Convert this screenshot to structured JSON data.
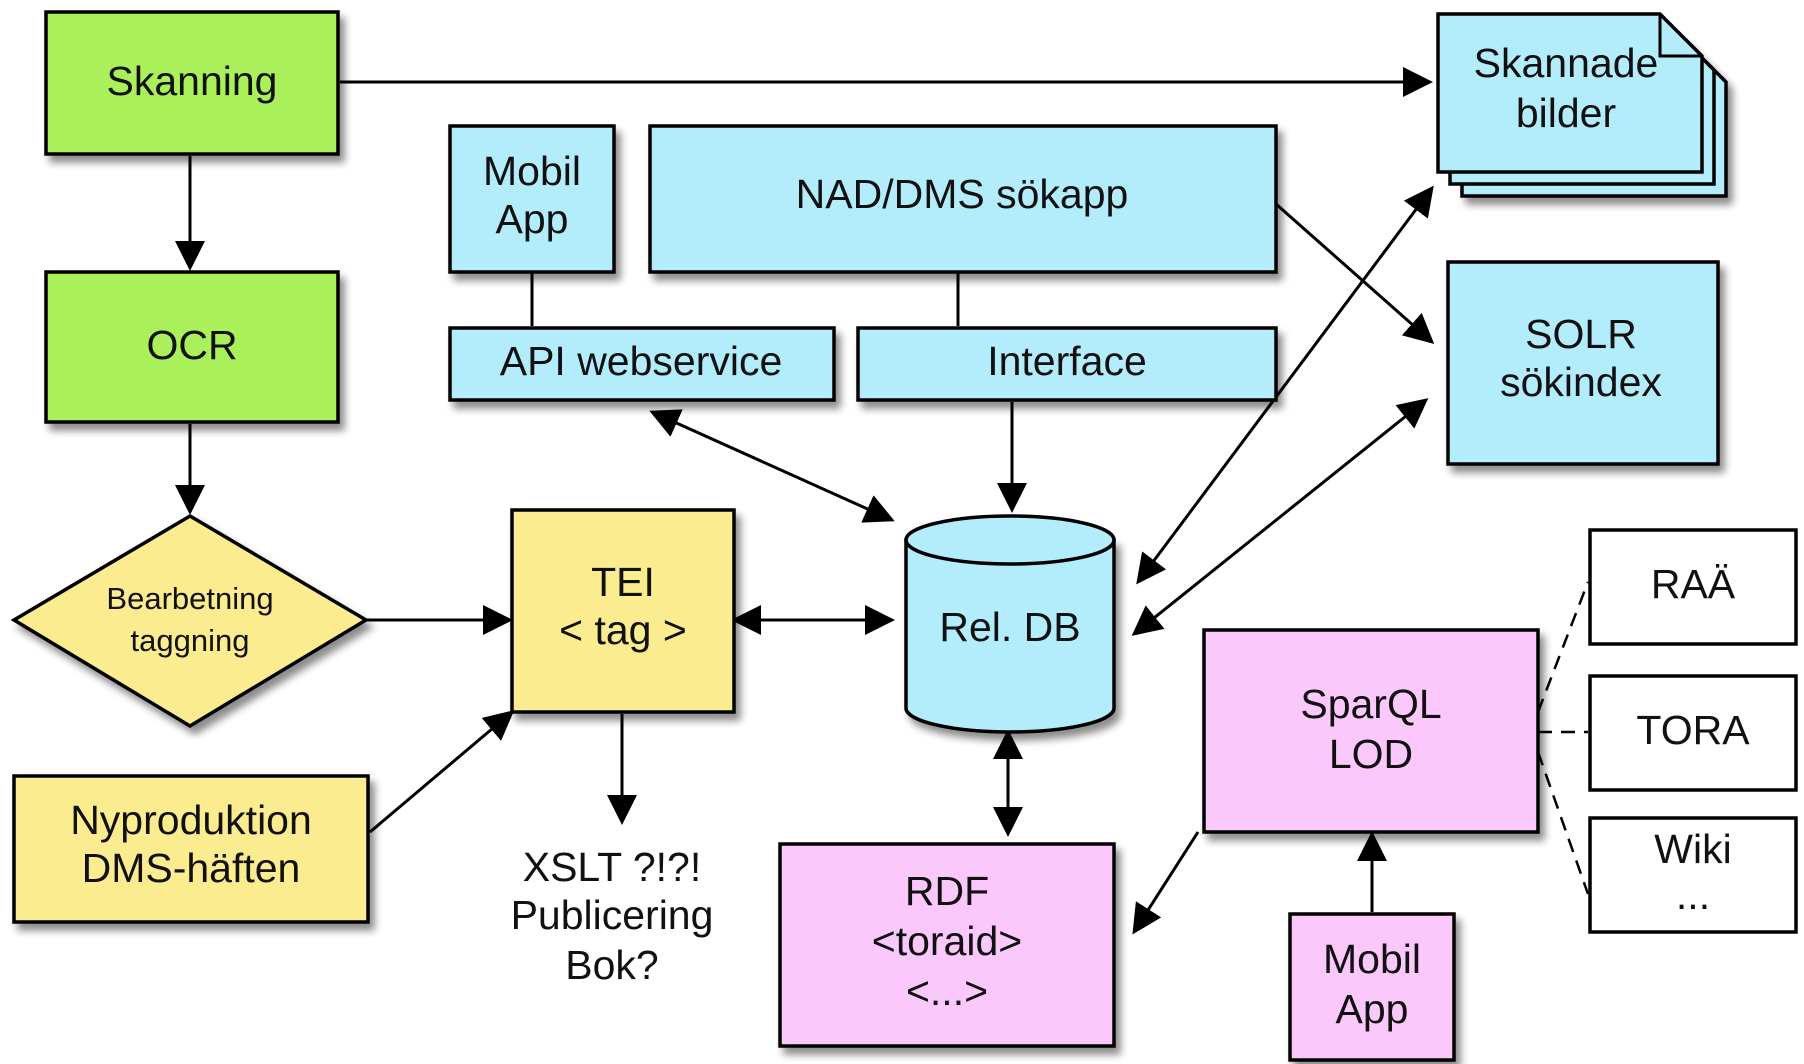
{
  "colors": {
    "green": "#aaf05a",
    "blue": "#b3ecfa",
    "yellow": "#fbec8f",
    "pink": "#fbc8fb",
    "white": "#ffffff",
    "line": "#000000"
  },
  "nodes": {
    "skanning": "Skanning",
    "ocr": "OCR",
    "bearbetning": [
      "Bearbetning",
      "taggning"
    ],
    "nyproduktion": [
      "Nyproduktion",
      "DMS-häften"
    ],
    "tei": [
      "TEI",
      "< tag >"
    ],
    "xslt": [
      "XSLT ?!?!",
      "Publicering",
      "Bok?"
    ],
    "mobil_app_top": [
      "Mobil",
      "App"
    ],
    "nad_dms": "NAD/DMS sökapp",
    "api_webservice": "API webservice",
    "interface": "Interface",
    "rel_db": "Rel. DB",
    "skannade_bilder": [
      "Skannade",
      "bilder"
    ],
    "solr": [
      "SOLR",
      "sökindex"
    ],
    "rdf": [
      "RDF",
      "<toraid>",
      "<...>"
    ],
    "sparql": [
      "SparQL",
      "LOD"
    ],
    "mobil_app_bottom": [
      "Mobil",
      "App"
    ],
    "raa": "RAÄ",
    "tora": "TORA",
    "wiki": [
      "Wiki",
      "..."
    ]
  }
}
